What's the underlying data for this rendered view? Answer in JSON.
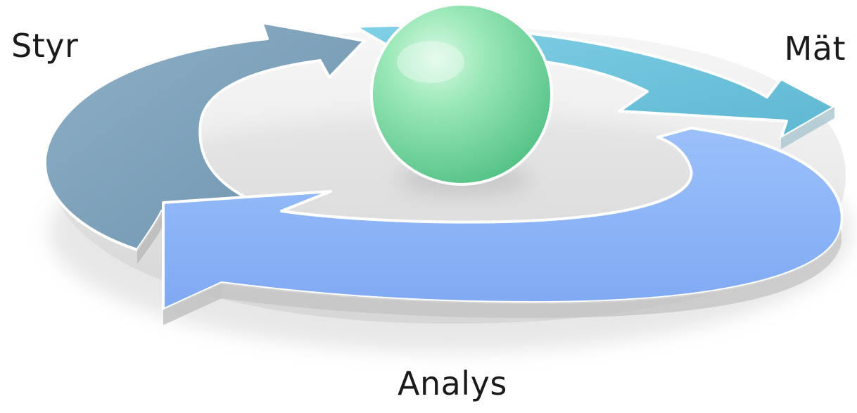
{
  "diagram": {
    "labels": {
      "styr": "Styr",
      "mat": "Mät",
      "analys": "Analys"
    },
    "colors": {
      "styr_arrow": "#7d9fb8",
      "mat_arrow": "#6cc3dc",
      "analys_arrow": "#89b3f8",
      "sphere": "#7fd9a2",
      "arrow_outline": "#ffffff",
      "shadow": "#cfcfcf"
    }
  }
}
